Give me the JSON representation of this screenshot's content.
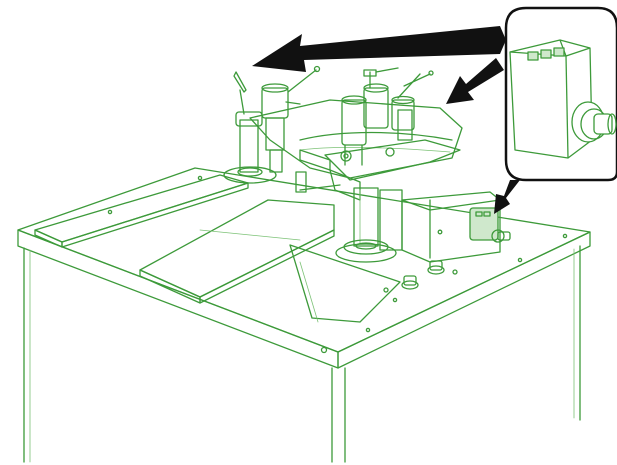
{
  "colors": {
    "line": "#3d9a3a",
    "line_light": "#7cc276",
    "arrow": "#111111",
    "callout_border": "#111111",
    "background": "#ffffff",
    "device_shade": "#cfe8cc"
  },
  "parts": {
    "main_arrow_left": "arrow",
    "main_arrow_right": "arrow",
    "down_arrow": "arrow",
    "callout": "control-box-detail"
  }
}
